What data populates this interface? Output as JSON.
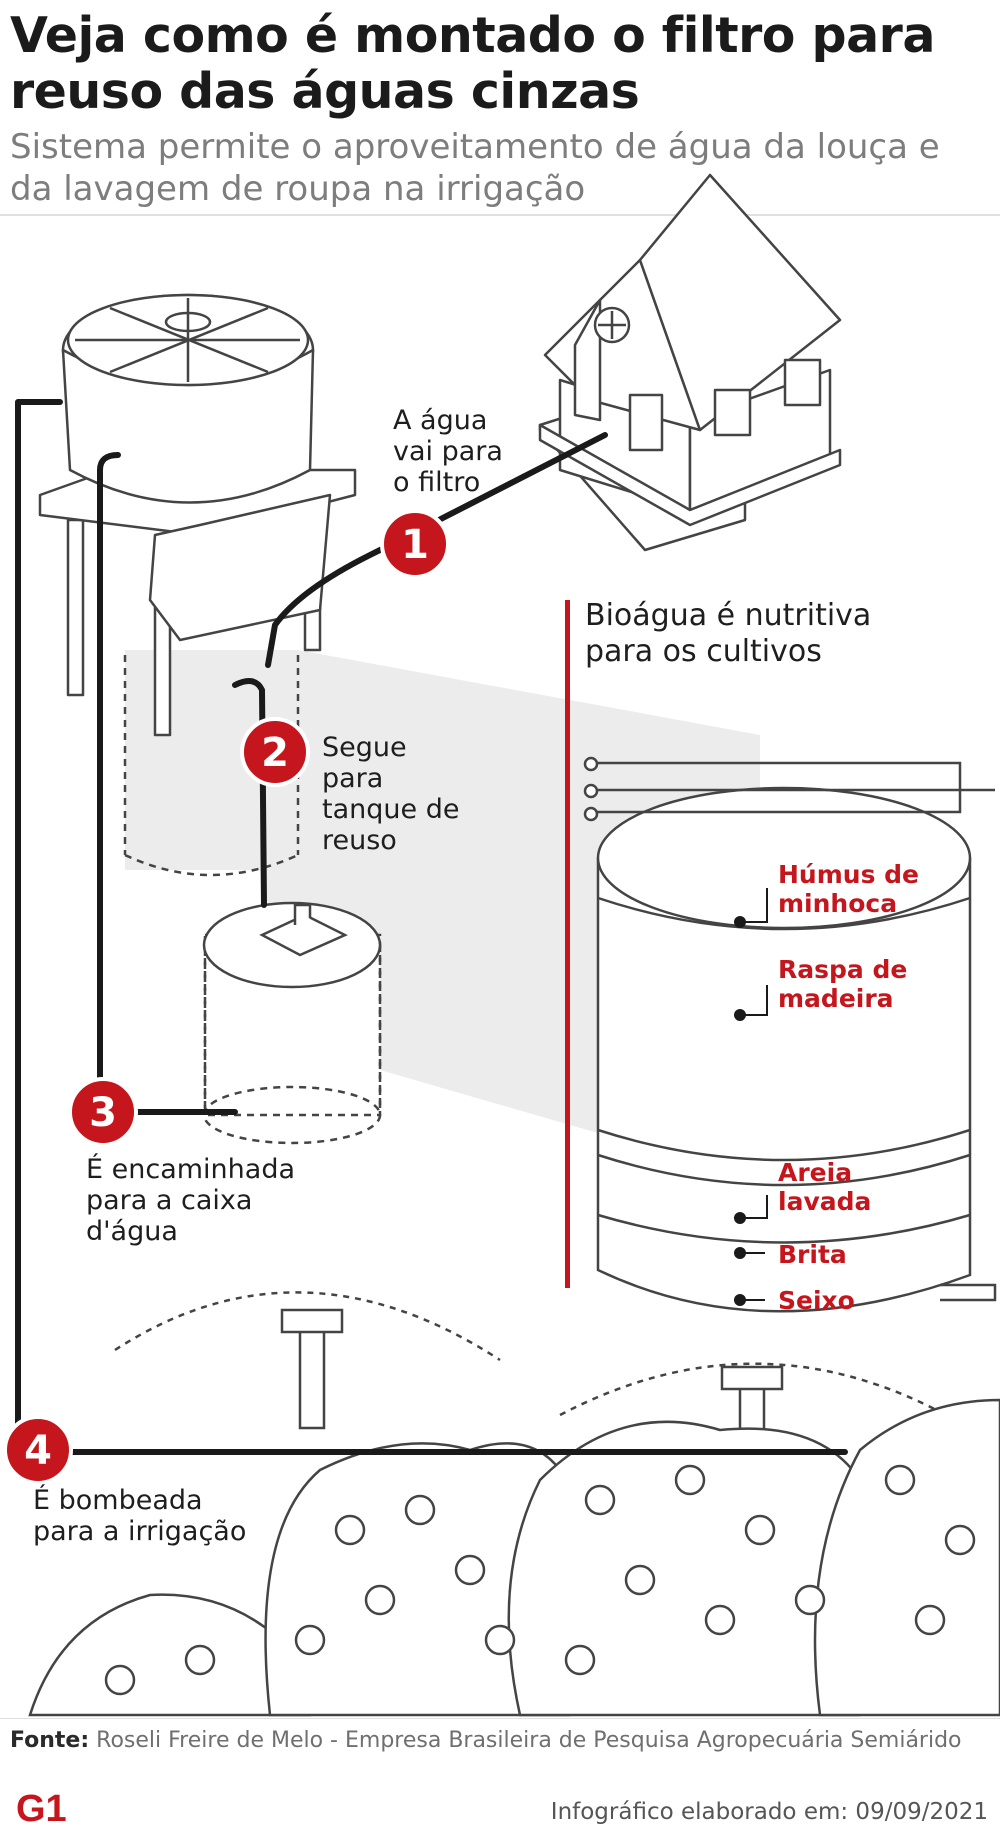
{
  "header": {
    "title": "Veja como é montado o filtro para reuso das águas cinzas",
    "subtitle": "Sistema permite o aproveitamento de água da louça e da lavagem de roupa na irrigação"
  },
  "steps": [
    {
      "number": "1",
      "text": "A água vai para o filtro"
    },
    {
      "number": "2",
      "text": "Segue para tanque de reuso"
    },
    {
      "number": "3",
      "text": "É encaminhada para a caixa d'água"
    },
    {
      "number": "4",
      "text": "É bombeada para a irrigação"
    }
  ],
  "filter_detail": {
    "title": "Bioágua é nutritiva para os cultivos",
    "layers": [
      "Húmus de minhoca",
      "Raspa de madeira",
      "Areia lavada",
      "Brita",
      "Seixo"
    ]
  },
  "footer": {
    "source_label": "Fonte:",
    "source_text": "Roseli Freire de Melo - Empresa Brasileira de Pesquisa Agropecuária Semiárido",
    "credit": "Infográfico elaborado em: 09/09/2021",
    "logo_text": "G1"
  },
  "colors": {
    "accent": "#c4161c",
    "pipe": "#1a1a1a",
    "shadow": "#ededed",
    "line": "#444444"
  }
}
